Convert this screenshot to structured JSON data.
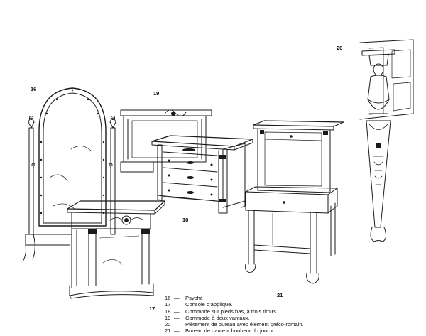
{
  "figure_numbers": [
    "16",
    "17",
    "18",
    "19",
    "20",
    "21"
  ],
  "captions": [
    {
      "num": "16",
      "dash": "—",
      "text": "Psyché"
    },
    {
      "num": "17",
      "dash": "—",
      "text": "Console d'applique."
    },
    {
      "num": "18",
      "dash": "—",
      "text": "Commode sur pieds bas, à trois tiroirs."
    },
    {
      "num": "19",
      "dash": "—",
      "text": "Commode à deux vantaux."
    },
    {
      "num": "20",
      "dash": "—",
      "text": "Piètement de bureau avec élément gréco-romain."
    },
    {
      "num": "21",
      "dash": "—",
      "text": "Bureau de dame « bonheur du jour »."
    }
  ]
}
